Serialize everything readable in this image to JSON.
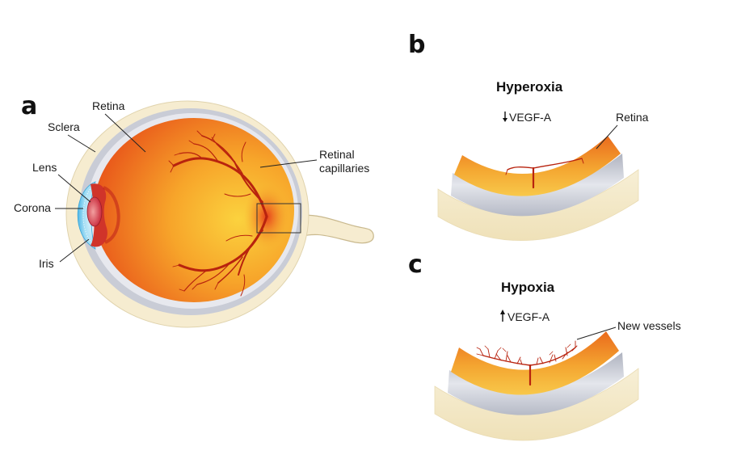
{
  "panels": {
    "a": {
      "letter": "a",
      "labels": {
        "retina": "Retina",
        "sclera": "Sclera",
        "lens": "Lens",
        "corona": "Corona",
        "iris": "Iris",
        "retinal_capillaries_line1": "Retinal",
        "retinal_capillaries_line2": "capillaries"
      }
    },
    "b": {
      "letter": "b",
      "title": "Hyperoxia",
      "indicator": "VEGF-A",
      "direction": "down",
      "label": "Retina"
    },
    "c": {
      "letter": "c",
      "title": "Hypoxia",
      "indicator": "VEGF-A",
      "direction": "up",
      "label": "New vessels"
    }
  },
  "colors": {
    "retina_orange": "#f07a1e",
    "retina_yellow": "#f8c23a",
    "vessel_red": "#b8230e",
    "sclera_cream": "#f6ecd0",
    "choroid_gray": "#c9ccd6",
    "cornea_blue": "#8fd3f0"
  }
}
